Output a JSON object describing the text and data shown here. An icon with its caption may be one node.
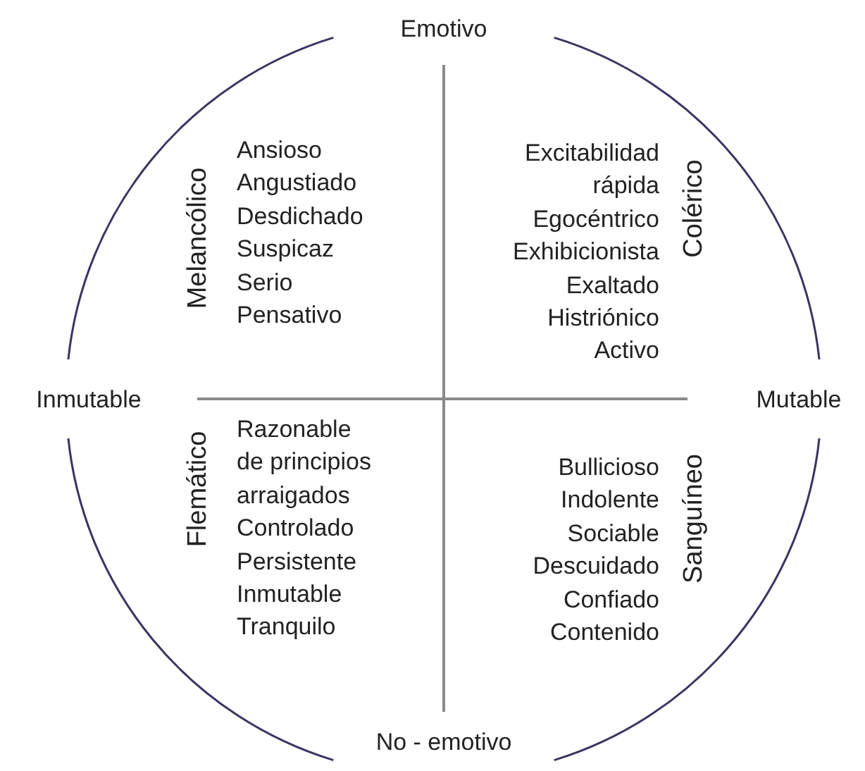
{
  "diagram": {
    "labels": [
      "Emotivo",
      "Melancólico",
      "Ansioso",
      "Angustiado",
      "Desdichado",
      "Suspicaz",
      "Serio",
      "Pensativo",
      "Excitabilidad rápida",
      "Egocéntrico",
      "Exhibicionista",
      "Exaltado",
      "Histriónico",
      "Activo",
      "Colérico",
      "Inmutable",
      "Mutable",
      "Flemático",
      "Razonable",
      "de principios arraigados",
      "Controlado",
      "Persistente",
      "Inmutable",
      "Tranquilo",
      "Bullicioso",
      "Indolente",
      "Sociable",
      "Descuidado",
      "Confiado",
      "Contenido",
      "Sanguíneo",
      "No - emotivo"
    ]
  }
}
